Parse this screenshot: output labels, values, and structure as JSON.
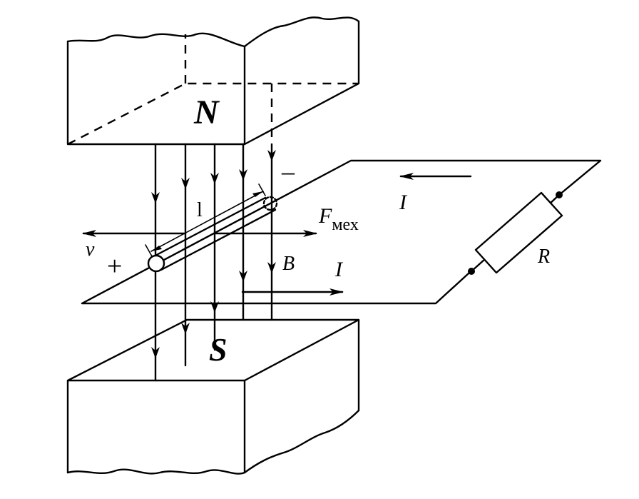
{
  "labels": {
    "north_pole": "N",
    "south_pole": "S",
    "conductor_length": "l",
    "mech_force_symbol": "F",
    "mech_force_subscript": "мех",
    "velocity": "v",
    "magnetic_field": "B",
    "current_top": "I",
    "current_bottom": "I",
    "resistor": "R",
    "plus_terminal": "+",
    "minus_terminal": "–"
  },
  "colors": {
    "ink": "#000000",
    "background": "#ffffff"
  }
}
